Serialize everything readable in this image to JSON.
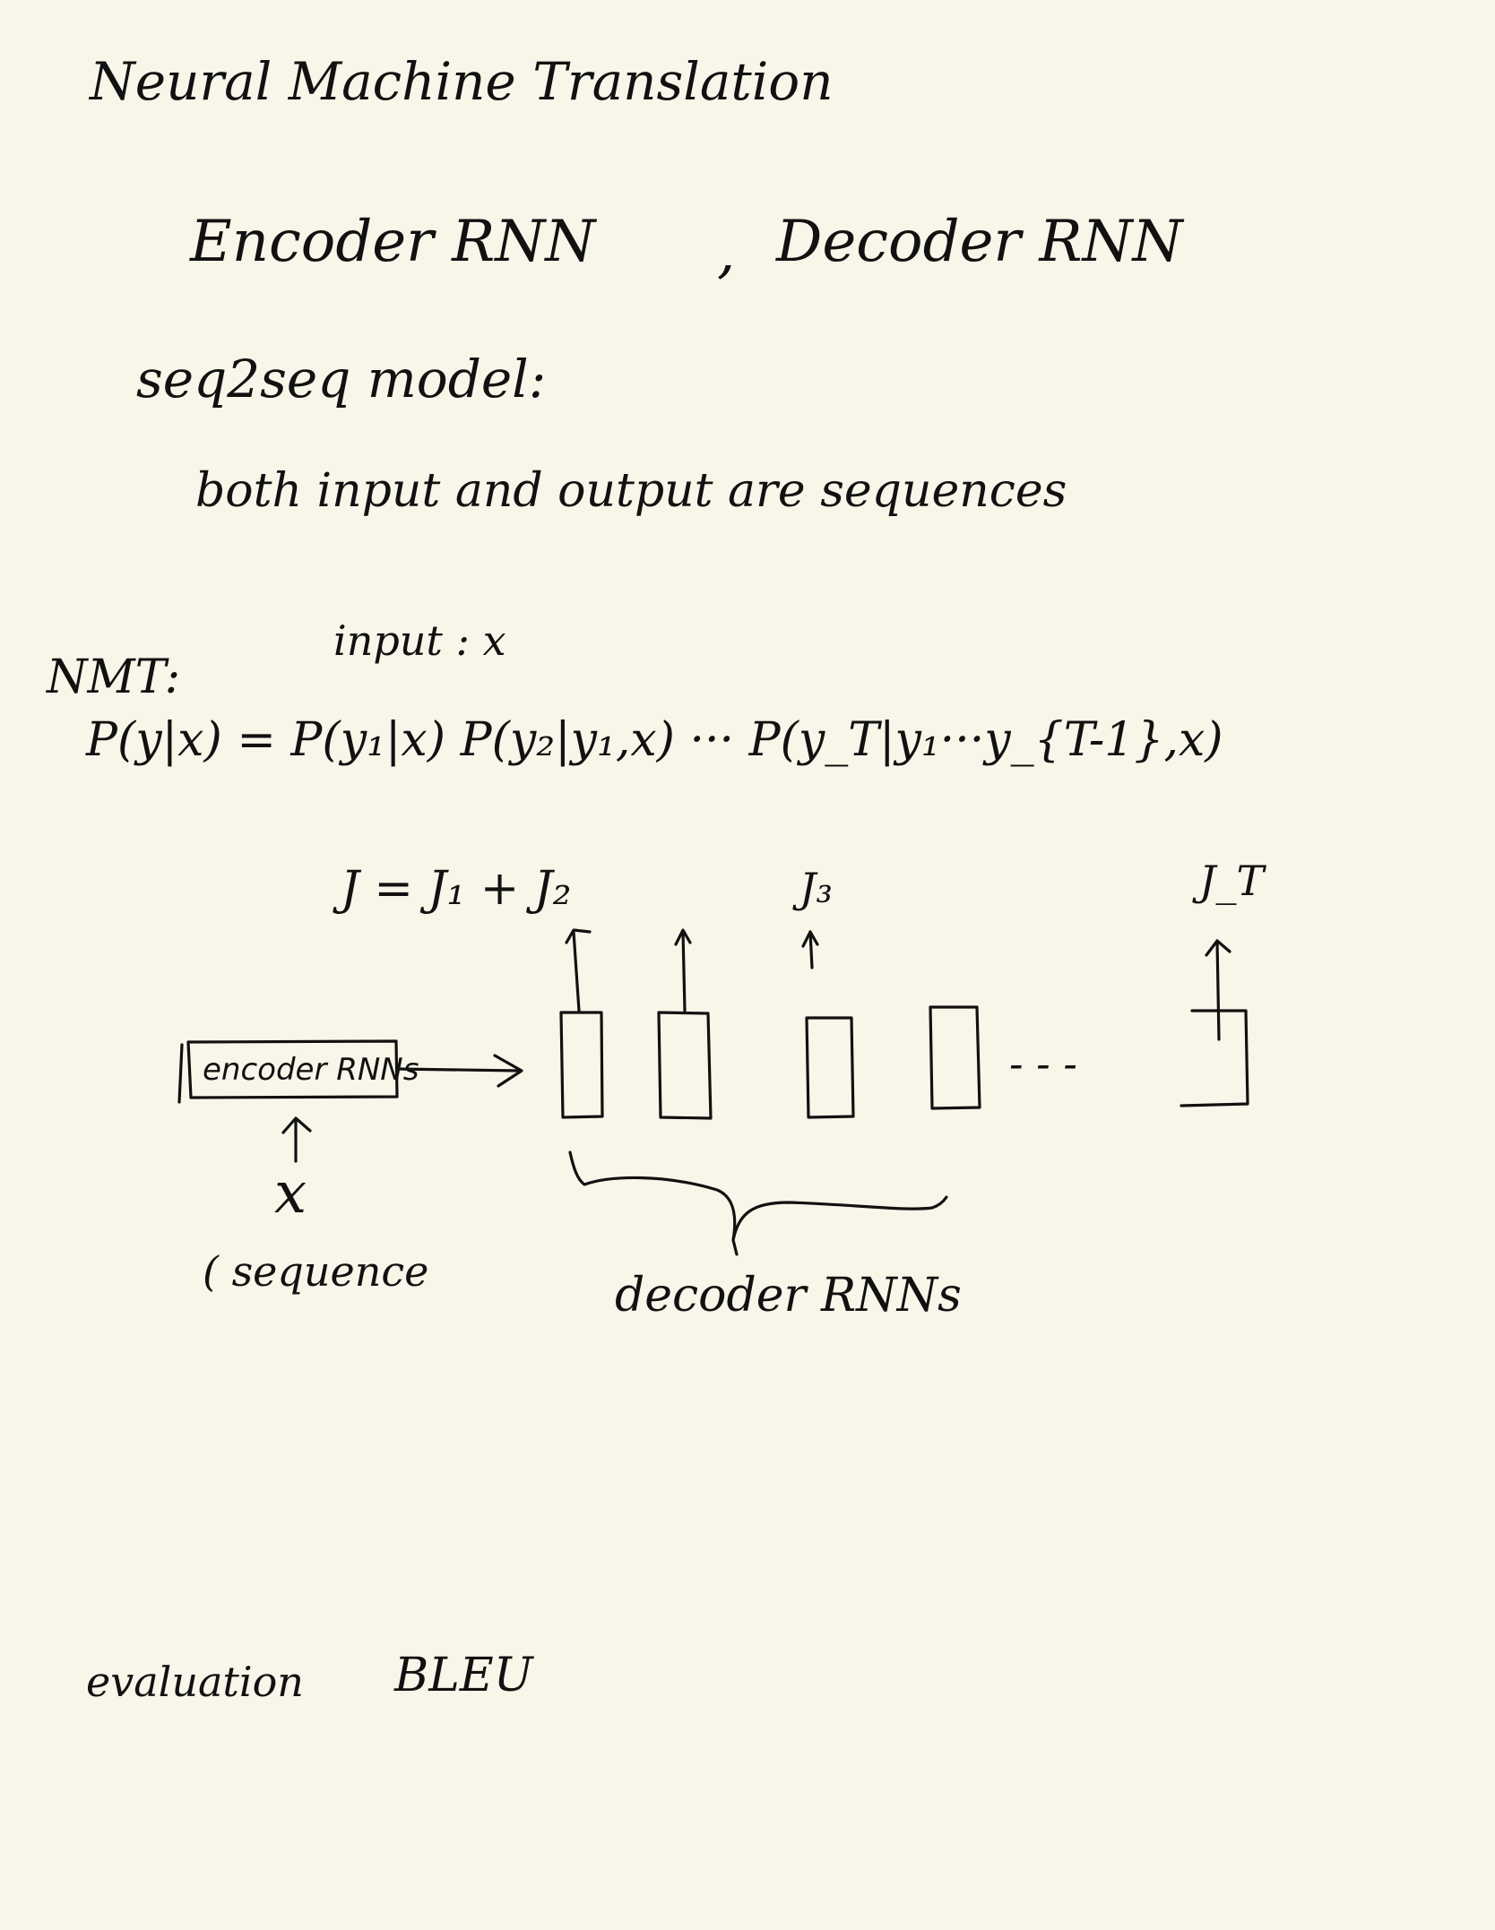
{
  "title": "Neural Machine Translation",
  "models": {
    "encoder": "Encoder RNN",
    "separator": ",",
    "decoder": "Decoder RNN"
  },
  "seq2seq": {
    "heading": "seq2seq model:",
    "description": "both input and output are sequences"
  },
  "nmt": {
    "label": "NMT:",
    "input_label": "input : x",
    "equation": "P(y|x) = P(y₁|x) P(y₂|y₁,x) ··· P(y_T|y₁···y_{T-1},x)"
  },
  "loss": {
    "equation": "J = J₁ + J₂",
    "j3": "J₃",
    "jT": "J_T"
  },
  "diagram": {
    "encoder_box": "encoder RNNs",
    "x_symbol": "x",
    "x_caption": "( sequence",
    "ellipsis": "- - -",
    "decoder_caption": "decoder RNNs"
  },
  "evaluation": {
    "label": "evaluation",
    "metric": "BLEU"
  },
  "colors": {
    "paper": "#f8f5e9",
    "ink": "#111111"
  }
}
